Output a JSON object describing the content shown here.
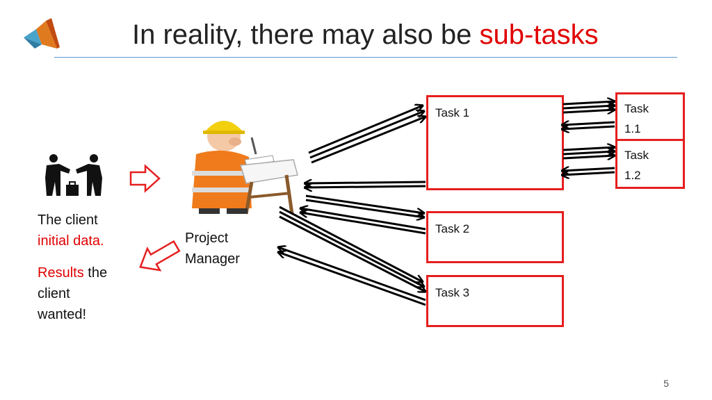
{
  "title": {
    "main": "In reality, there may also be ",
    "highlight": "sub-tasks"
  },
  "client": {
    "line1": "The client",
    "line2": "initial data.",
    "results_word": "Results",
    "results_rest_1": " the",
    "results_rest_2": "client",
    "results_rest_3": "wanted!"
  },
  "manager": {
    "line1": "Project",
    "line2": "Manager"
  },
  "tasks": {
    "task1": "Task 1",
    "task2": "Task 2",
    "task3": "Task 3"
  },
  "subtasks": {
    "s11_line1": "Task",
    "s11_line2": "1.1",
    "s12_line1": "Task",
    "s12_line2": "1.2"
  },
  "page_number": "5",
  "colors": {
    "accent_red": "#e00000",
    "box_border": "#e61e1e",
    "rule_blue": "#5b9bd5"
  },
  "icons": [
    "matlab-logo-icon",
    "handshake-icon",
    "project-manager-illustration",
    "outline-arrow-right-icon",
    "outline-arrow-left-icon"
  ]
}
